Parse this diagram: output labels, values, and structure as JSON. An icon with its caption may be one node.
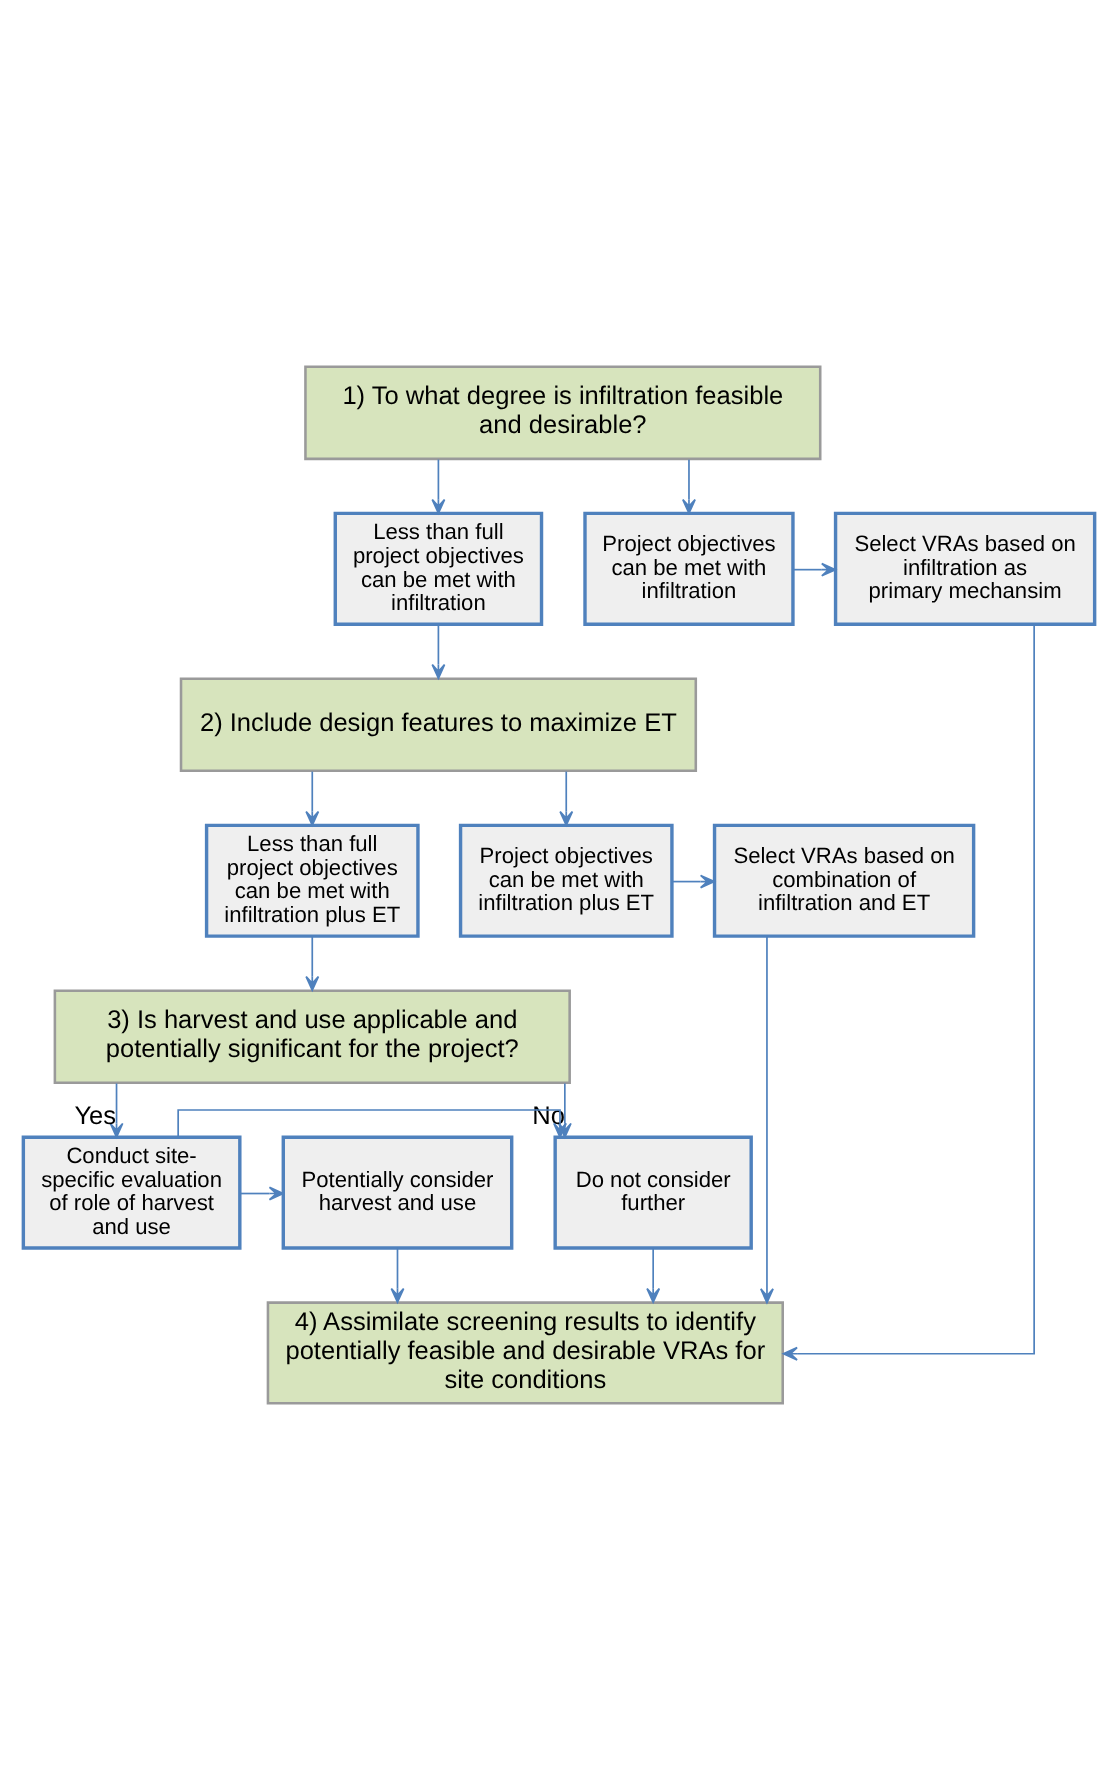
{
  "diagram": {
    "nodes": [
      {
        "text": [
          "1) To what degree is infiltration feasible and desirable?"
        ]
      },
      {
        "text": [
          "Less than full project objectives can be met with infiltration"
        ]
      },
      {
        "text": [
          "Project objectives can be met with infiltration"
        ]
      },
      {
        "text": [
          "Select VRAs based on infiltration as primary mechansim"
        ]
      },
      {
        "text": [
          "2) Include design features to maximize ET"
        ]
      },
      {
        "text": [
          "Less than full project objectives can be met with infiltration plus ET"
        ]
      },
      {
        "text": [
          "Project objectives can be met with infiltration plus ET"
        ]
      },
      {
        "text": [
          "Select VRAs based on combination of infiltration and ET"
        ]
      },
      {
        "text": [
          "3) Is harvest and use applicable and potentially significant for the project?"
        ]
      },
      {
        "text": [
          "Do not consider further"
        ]
      },
      {
        "text": [
          "Conduct site-specific evaluation of role of harvest and use"
        ]
      },
      {
        "text": [
          "Potentially consider harvest and use"
        ]
      },
      {
        "text": [
          "4) Assimilate screening results to identify potentially feasible and desirable VRAs for site conditions"
        ]
      }
    ],
    "edges": [
      {
        "from": 0,
        "to": 1,
        "arrow": "to"
      },
      {
        "from": 0,
        "to": 2,
        "arrow": "to"
      },
      {
        "from": 2,
        "to": 3,
        "arrow": "to"
      },
      {
        "from": 1,
        "to": 4,
        "arrow": "to"
      },
      {
        "from": 3,
        "to": 12,
        "arrow": "to"
      },
      {
        "from": 4,
        "to": 5,
        "arrow": "to"
      },
      {
        "from": 4,
        "to": 6,
        "arrow": "to"
      },
      {
        "from": 6,
        "to": 7,
        "arrow": "to"
      },
      {
        "from": 5,
        "to": 8,
        "arrow": "to"
      },
      {
        "from": 7,
        "to": 12,
        "arrow": "to"
      },
      {
        "from": 8,
        "to": 9,
        "label": "No",
        "arrow": "to"
      },
      {
        "from": 8,
        "to": 10,
        "label": "Yes",
        "arrow": "to"
      },
      {
        "from": 10,
        "to": 9,
        "arrow": "to"
      },
      {
        "from": 10,
        "to": 11,
        "arrow": "to"
      },
      {
        "from": 9,
        "to": 12,
        "arrow": "to"
      },
      {
        "from": 11,
        "to": 12,
        "arrow": "to"
      }
    ]
  }
}
